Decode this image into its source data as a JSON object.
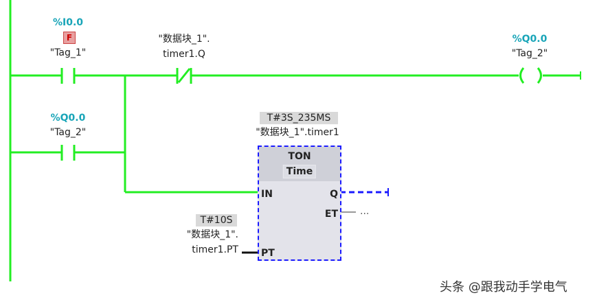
{
  "network": {
    "contact1": {
      "address": "%I0.0",
      "force_icon": "F",
      "tag": "\"Tag_1\""
    },
    "contact_nc": {
      "tag_line1": "\"数据块_1\".",
      "tag_line2": "timer1.Q"
    },
    "coil": {
      "address": "%Q0.0",
      "tag": "\"Tag_2\""
    },
    "contact2": {
      "address": "%Q0.0",
      "tag": "\"Tag_2\""
    },
    "timer": {
      "current_value": "T#3S_235MS",
      "instance": "\"数据块_1\".timer1",
      "type": "TON",
      "subtype": "Time",
      "pins": {
        "in": "IN",
        "q": "Q",
        "et": "ET",
        "pt": "PT"
      },
      "et_value": "...",
      "pt": {
        "value": "T#10S",
        "tag_line1": "\"数据块_1\".",
        "tag_line2": "timer1.PT"
      }
    }
  },
  "watermark": "头条 @跟我动手学电气",
  "colors": {
    "powerflow": "#22ee22",
    "block_border": "#1a1aff",
    "address": "#19a5b8"
  }
}
